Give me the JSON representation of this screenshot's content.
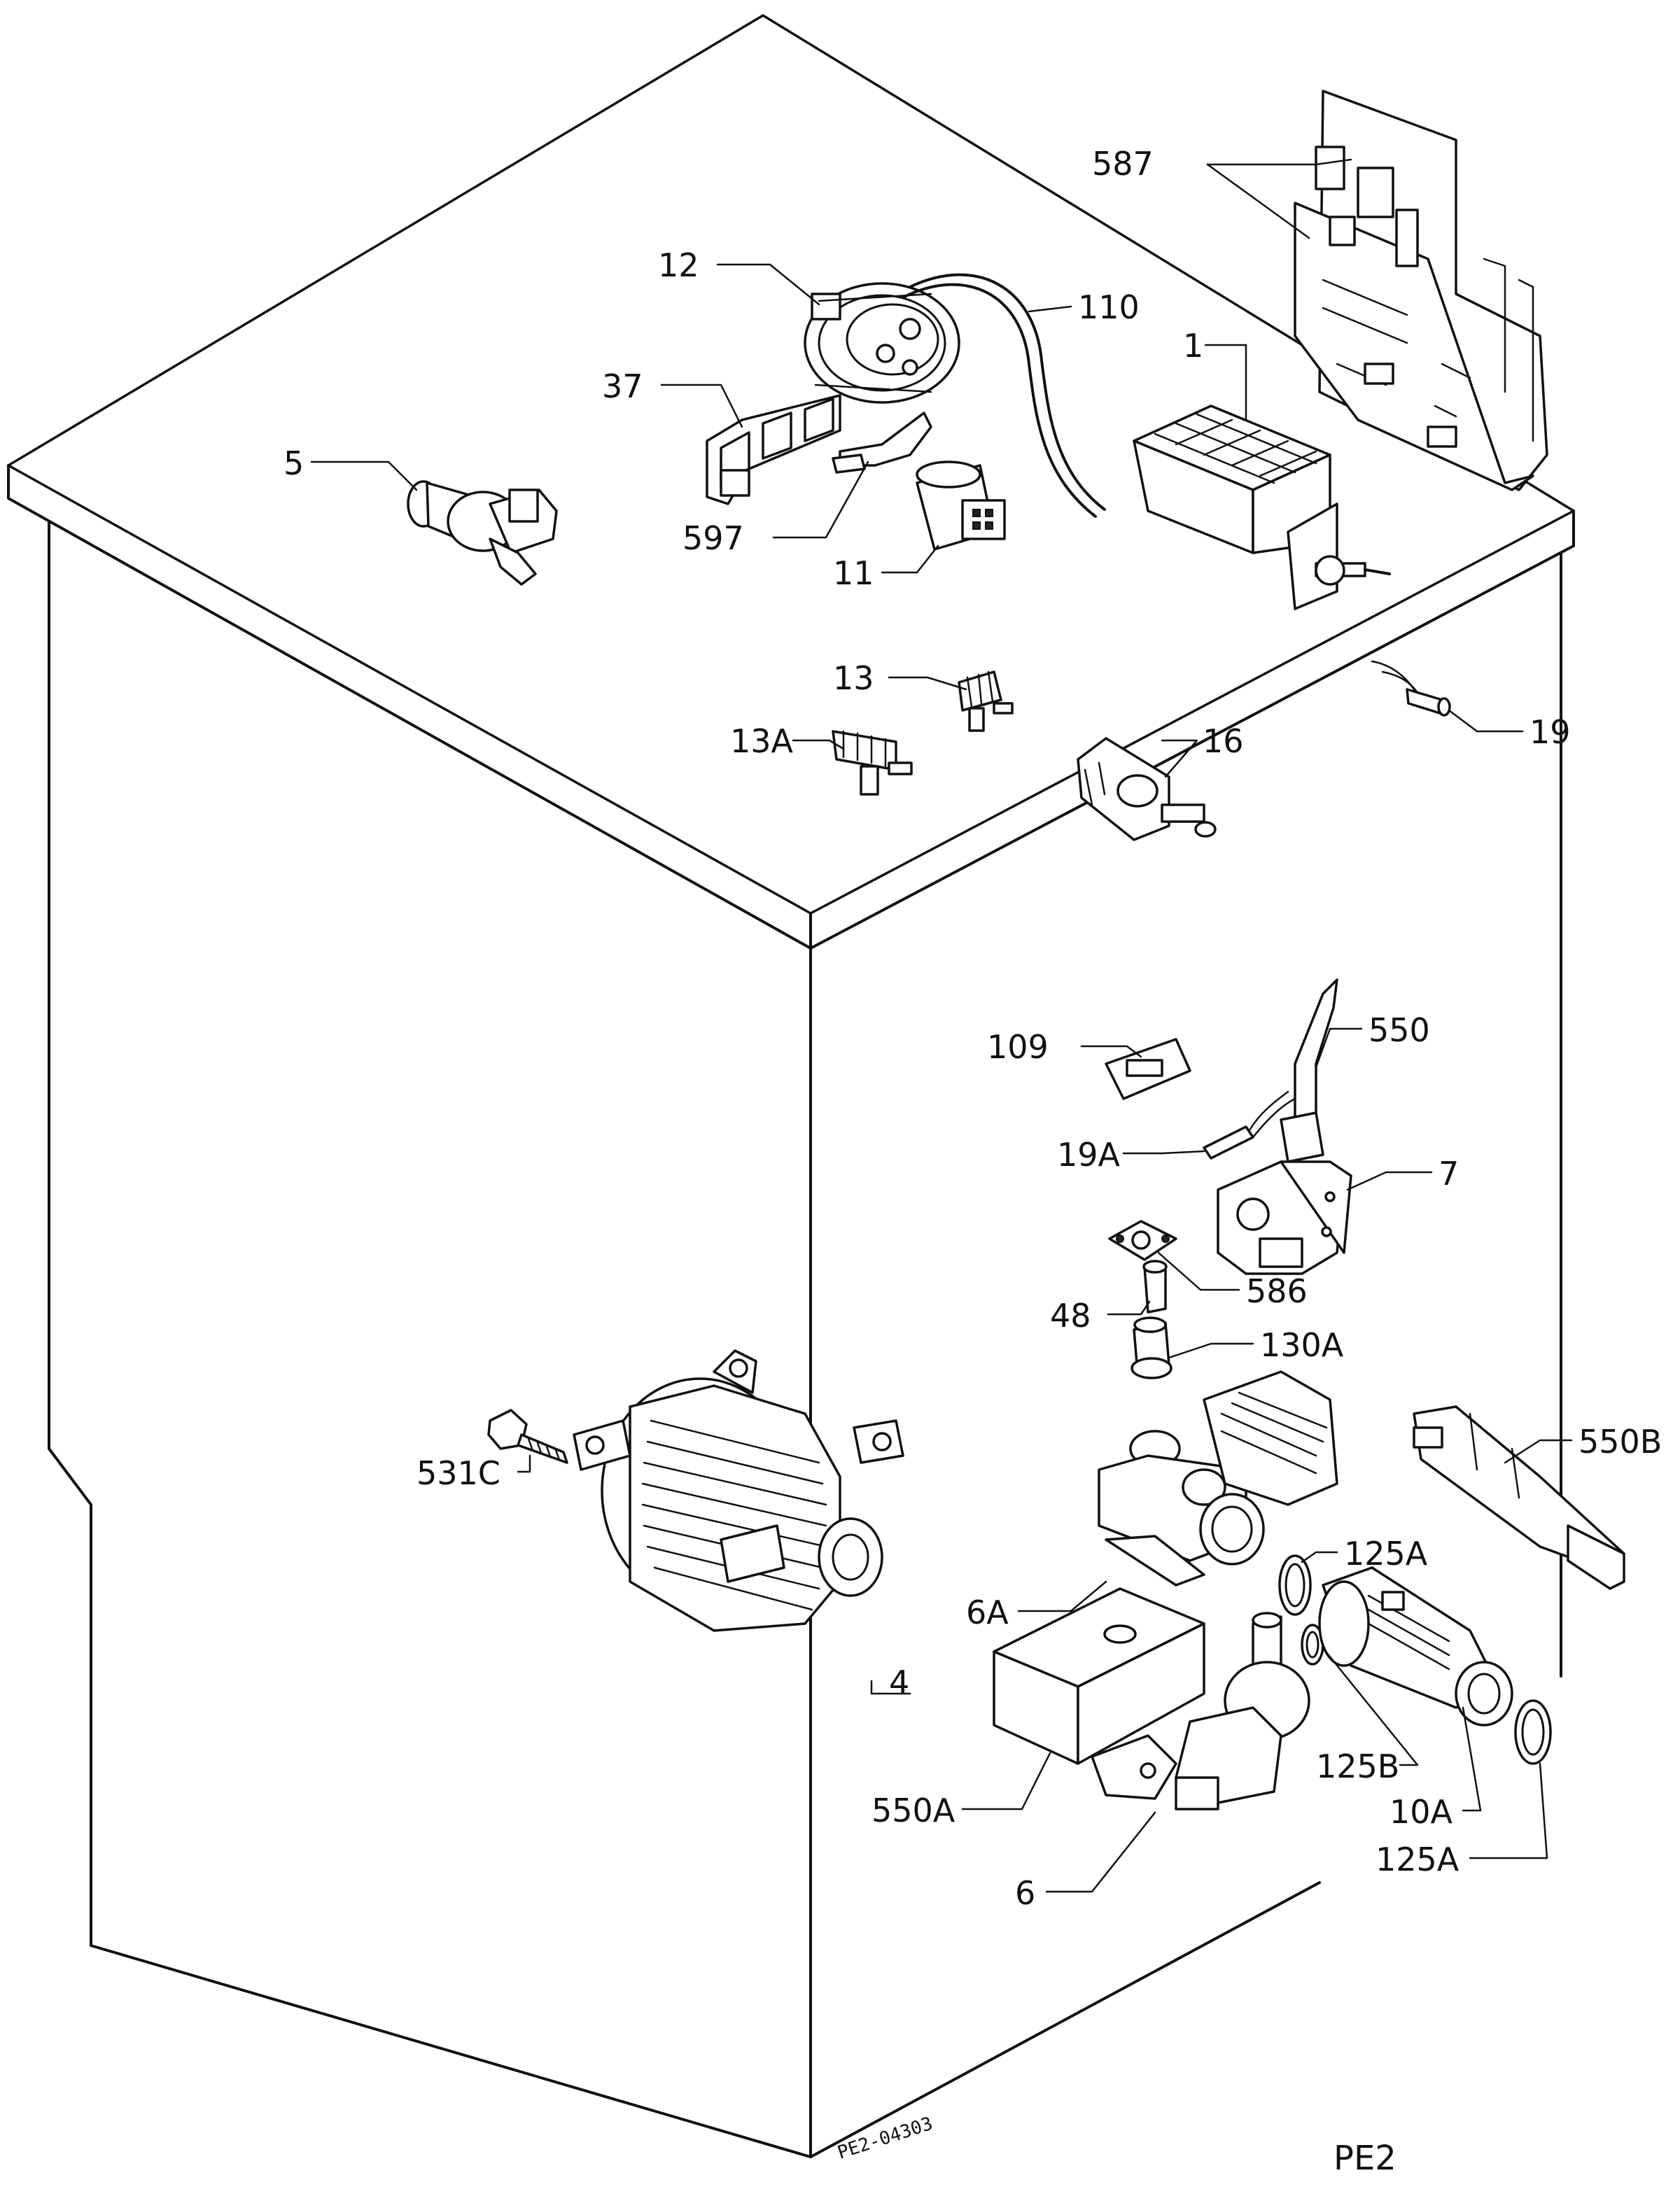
{
  "diagram": {
    "drawing_code": "PE2-04303",
    "page_code": "PE2"
  },
  "callouts": {
    "c587": "587",
    "c12": "12",
    "c110": "110",
    "c1": "1",
    "c37": "37",
    "c5": "5",
    "c597": "597",
    "c11": "11",
    "c13": "13",
    "c13a": "13A",
    "c16": "16",
    "c19": "19",
    "c109": "109",
    "c550": "550",
    "c19a": "19A",
    "c7": "7",
    "c586": "586",
    "c48": "48",
    "c130a": "130A",
    "c531c": "531C",
    "c550b": "550B",
    "c125a_top": "125A",
    "c6a": "6A",
    "c4": "4",
    "c125b": "125B",
    "c10a": "10A",
    "c550a": "550A",
    "c125a_bottom": "125A",
    "c6": "6"
  }
}
